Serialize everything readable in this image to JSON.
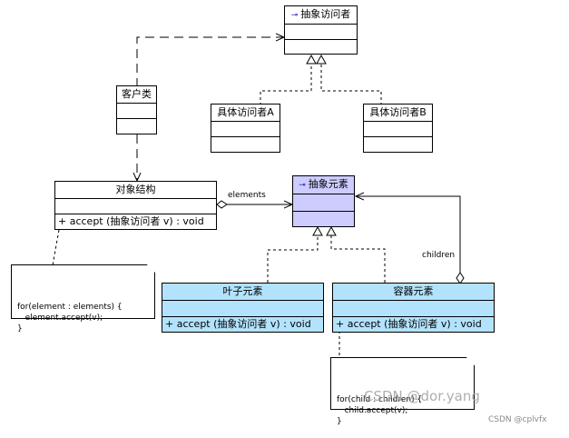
{
  "classes": {
    "visitor": {
      "name": "抽象访问者",
      "interface": true
    },
    "client": {
      "name": "客户类"
    },
    "concrete_visitor_a": {
      "name": "具体访问者A"
    },
    "concrete_visitor_b": {
      "name": "具体访问者B"
    },
    "object_structure": {
      "name": "对象结构",
      "operation": "+  accept (抽象访问者 v)  : void"
    },
    "element": {
      "name": "抽象元素",
      "interface": true
    },
    "leaf": {
      "name": "叶子元素",
      "operation": "+  accept (抽象访问者 v)  : void"
    },
    "composite": {
      "name": "容器元素",
      "operation": "+  accept (抽象访问者 v)  : void"
    }
  },
  "interface_icon": "⊸",
  "labels": {
    "elements": "elements",
    "children": "children"
  },
  "notes": {
    "object_structure_note": "for(element : elements) {\n   element.accept(v);\n}",
    "composite_note": "for(child : children) {\n   child.accept(v);\n}"
  },
  "watermarks": {
    "main": "CSDN @dor.yang",
    "corner": "CSDN @cplvfx"
  },
  "colors": {
    "leaf_fill": "#b3e3fc",
    "interface_fill": "#ccccff",
    "interface_mark": "#0000cc"
  }
}
